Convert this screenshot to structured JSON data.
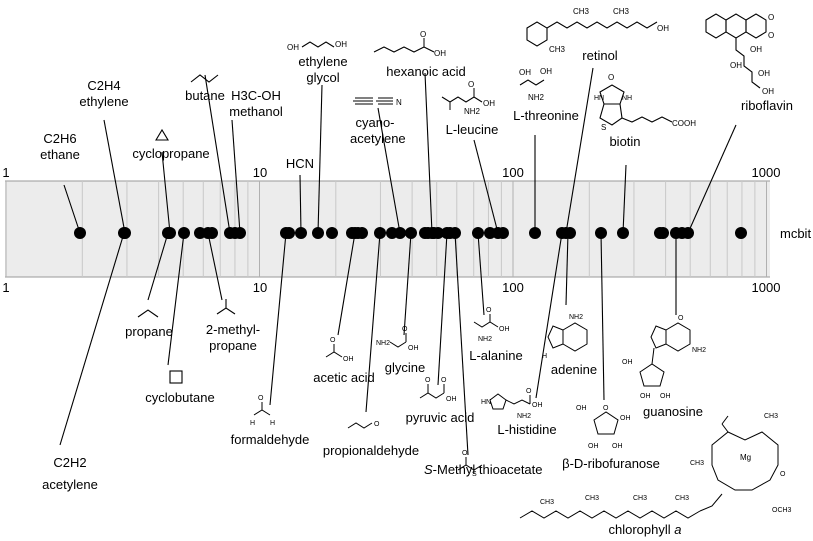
{
  "axis": {
    "unit_label": "mcbit",
    "ticks_top": [
      "1",
      "10",
      "100",
      "1000"
    ],
    "ticks_bottom": [
      "1",
      "10",
      "100",
      "1000"
    ]
  },
  "molecules_above": [
    {
      "id": "ethane",
      "formula": "C2H6",
      "name": "ethane"
    },
    {
      "id": "ethylene",
      "formula": "C2H4",
      "name": "ethylene"
    },
    {
      "id": "cyclopropane",
      "name": "cyclopropane"
    },
    {
      "id": "butane",
      "name": "butane"
    },
    {
      "id": "methanol",
      "formula": "H3C-OH",
      "name": "methanol"
    },
    {
      "id": "hcn",
      "name": "HCN"
    },
    {
      "id": "ethylene-glycol",
      "name": "ethylene glycol"
    },
    {
      "id": "cyanoacetylene",
      "name": "cyano-acetylene"
    },
    {
      "id": "hexanoic-acid",
      "name": "hexanoic acid"
    },
    {
      "id": "l-leucine",
      "name": "L-leucine"
    },
    {
      "id": "l-threonine",
      "name": "L-threonine"
    },
    {
      "id": "retinol",
      "name": "retinol"
    },
    {
      "id": "biotin",
      "name": "biotin"
    },
    {
      "id": "riboflavin",
      "name": "riboflavin"
    }
  ],
  "molecules_below": [
    {
      "id": "acetylene",
      "formula": "C2H2",
      "name": "acetylene"
    },
    {
      "id": "propane",
      "name": "propane"
    },
    {
      "id": "cyclobutane",
      "name": "cyclobutane"
    },
    {
      "id": "2-methylpropane",
      "name": "2-methyl-propane"
    },
    {
      "id": "formaldehyde",
      "name": "formaldehyde"
    },
    {
      "id": "acetic-acid",
      "name": "acetic acid"
    },
    {
      "id": "propionaldehyde",
      "name": "propionaldehyde"
    },
    {
      "id": "glycine",
      "name": "glycine"
    },
    {
      "id": "pyruvic-acid",
      "name": "pyruvic acid"
    },
    {
      "id": "s-methyl-thioacetate",
      "name_prefix": "S",
      "name": "-Methyl thioacetate"
    },
    {
      "id": "l-alanine",
      "name": "L-alanine"
    },
    {
      "id": "l-histidine",
      "name": "L-histidine"
    },
    {
      "id": "adenine",
      "name": "adenine"
    },
    {
      "id": "ribofuranose",
      "name": "β-D-ribofuranose"
    },
    {
      "id": "guanosine",
      "name": "guanosine"
    },
    {
      "id": "chlorophyll",
      "name": "chlorophyll",
      "name_suffix": "a"
    }
  ],
  "structure_text": {
    "cyano_n": "N",
    "oh": "OH",
    "nh2": "NH2",
    "cooh": "COOH",
    "ch3": "CH3",
    "mg": "Mg",
    "och3": "OCH3",
    "hn": "HN",
    "h": "H",
    "n": "N",
    "o": "O",
    "s": "S",
    "nh": "NH"
  }
}
